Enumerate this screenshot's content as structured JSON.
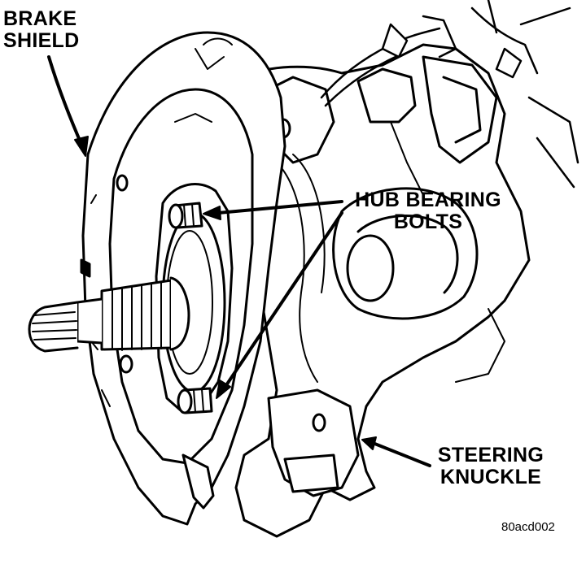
{
  "labels": {
    "brake_shield": [
      "BRAKE",
      "SHIELD"
    ],
    "hub_bearing_bolts": [
      "HUB BEARING",
      "BOLTS"
    ],
    "steering_knuckle": [
      "STEERING",
      "KNUCKLE"
    ]
  },
  "figure_code": "80acd002",
  "colors": {
    "ink": "#000000",
    "paper": "#ffffff"
  }
}
